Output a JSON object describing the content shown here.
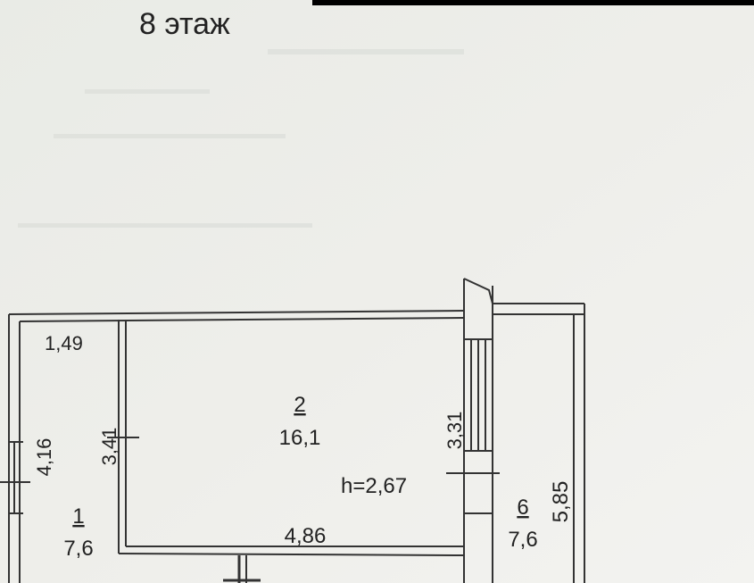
{
  "header": {
    "floor_label": "8  этаж"
  },
  "plan": {
    "room_2": {
      "number": "2",
      "area": "16,1",
      "ceiling_height": "h=2,67"
    },
    "room_1": {
      "number": "1",
      "area": "7,6"
    },
    "room_6": {
      "number": "6",
      "area": "7,6"
    },
    "dimensions": {
      "room_1_width": "1,49",
      "room_1_length": "4,16",
      "room_2_depth": "3,41",
      "room_2_width": "4,86",
      "wall_segment": "3,31",
      "room_6_length": "5,85"
    }
  }
}
